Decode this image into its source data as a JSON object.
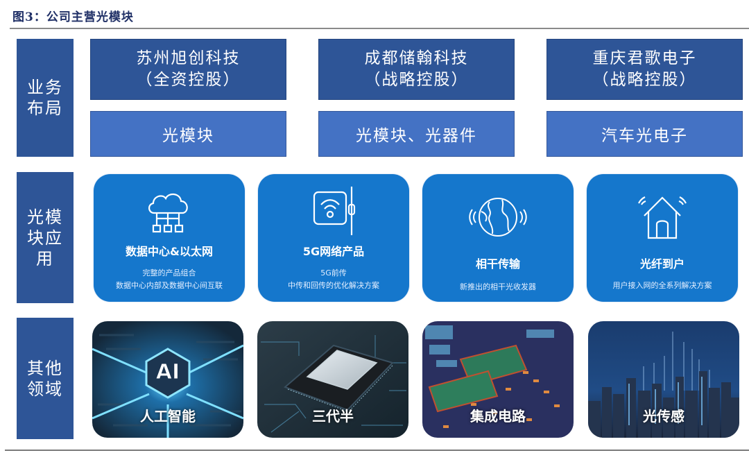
{
  "figure": {
    "title": "图3：公司主营光模块"
  },
  "rows": {
    "business": {
      "label_line1": "业务",
      "label_line2": "布局"
    },
    "applications": {
      "label_line1": "光模",
      "label_line2": "块应",
      "label_line3": "用"
    },
    "other": {
      "label_line1": "其他",
      "label_line2": "领域"
    }
  },
  "business_layout": [
    {
      "company": "苏州旭创科技",
      "holding": "（全资控股）",
      "product": "光模块"
    },
    {
      "company": "成都储翰科技",
      "holding": "（战略控股）",
      "product": "光模块、光器件"
    },
    {
      "company": "重庆君歌电子",
      "holding": "（战略控股）",
      "product": "汽车光电子"
    }
  ],
  "applications": [
    {
      "icon": "cloud-network-icon",
      "title": "数据中心&以太网",
      "sub1": "完整的产品组合",
      "sub2": "数据中心内部及数据中心间互联"
    },
    {
      "icon": "wifi-device-icon",
      "title": "5G网络产品",
      "sub1": "5G前传",
      "sub2": "中传和回传的优化解决方案"
    },
    {
      "icon": "globe-signal-icon",
      "title": "相干传输",
      "sub1": "新推出的相干光收发器",
      "sub2": ""
    },
    {
      "icon": "home-signal-icon",
      "title": "光纤到户",
      "sub1": "用户接入网的全系列解决方案",
      "sub2": ""
    }
  ],
  "other_fields": [
    {
      "image": "ai-chip-image",
      "badge": "AI",
      "caption": "人工智能"
    },
    {
      "image": "semiconductor-chip-image",
      "caption": "三代半"
    },
    {
      "image": "circuit-board-image",
      "caption": "集成电路"
    },
    {
      "image": "city-skyline-image",
      "caption": "光传感"
    }
  ],
  "colors": {
    "dark_blue": "#2e5597",
    "mid_blue": "#4472c4",
    "card_blue": "#1577cc",
    "title_text": "#1f2f66"
  }
}
